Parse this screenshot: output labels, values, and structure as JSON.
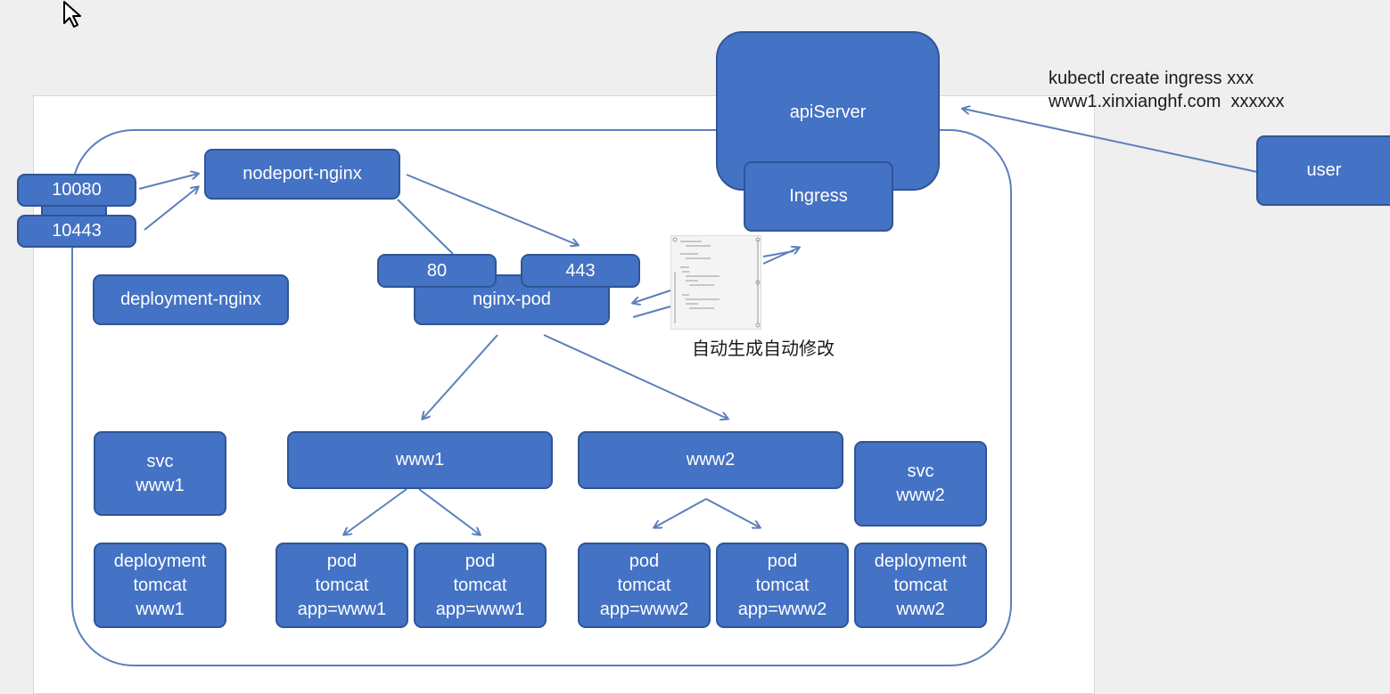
{
  "command_note": {
    "line1": "kubectl create ingress xxx",
    "line2": "www1.xinxianghf.com  xxxxxx"
  },
  "caption": "自动生成自动修改",
  "nodes": {
    "port_10080": "10080",
    "port_10443": "10443",
    "nodeport_nginx": "nodeport-nginx",
    "deployment_nginx": "deployment-nginx",
    "port_80": "80",
    "port_443": "443",
    "nginx_pod": "nginx-pod",
    "api_server": "apiServer",
    "ingress": "Ingress",
    "user": "user",
    "svc_www1": "svc\nwww1",
    "www1": "www1",
    "www2": "www2",
    "svc_www2": "svc\nwww2",
    "deployment_tomcat_www1": "deployment\ntomcat\nwww1",
    "pod_www1_a": "pod\ntomcat\napp=www1",
    "pod_www1_b": "pod\ntomcat\napp=www1",
    "pod_www2_a": "pod\ntomcat\napp=www2",
    "pod_www2_b": "pod\ntomcat\napp=www2",
    "deployment_tomcat_www2": "deployment\ntomcat\nwww2"
  },
  "colors": {
    "box_fill": "#4472c4",
    "box_border": "#2f5597",
    "line": "#5b7fbd",
    "slide_bg": "#ffffff",
    "canvas_bg": "#efefef"
  },
  "icons": {
    "cursor": "mouse-pointer-icon",
    "config_thumbnail": "nginx-config-thumbnail-icon"
  }
}
